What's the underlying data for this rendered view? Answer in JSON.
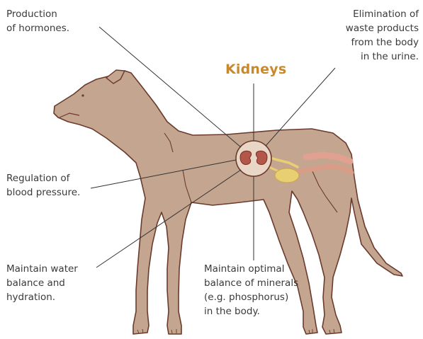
{
  "title": "Kidneys",
  "labels": {
    "hormones": "Production\nof hormones.",
    "waste": "Elimination of\nwaste products\nfrom the body\nin the urine.",
    "pressure": "Regulation of\nblood pressure.",
    "water": "Maintain water\nbalance and\nhydration.",
    "minerals": "Maintain optimal\nbalance of minerals\n(e.g. phosphorus)\nin the body."
  },
  "colors": {
    "title": "#c8892a",
    "body_fill": "#c4a590",
    "body_stroke": "#6b3a2c",
    "kidney": "#b2574a",
    "ureter": "#e8cf72",
    "intestine": "#e2a090",
    "leader_line": "#333333"
  }
}
